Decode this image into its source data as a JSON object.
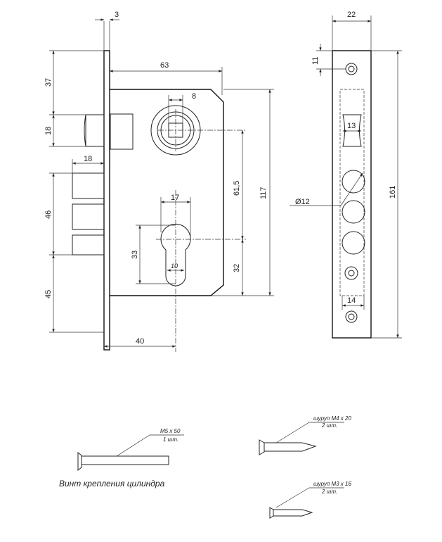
{
  "dimensions": {
    "faceplate_thickness": "3",
    "backset_to_edge": "63",
    "spindle_square": "8",
    "top_to_latch": "37",
    "latch_height": "18",
    "deadbolt_throw": "18",
    "deadbolt_height": "46",
    "bottom_offset": "45",
    "backset": "40",
    "cylinder_width": "17",
    "spindle_to_cylinder": "61,5",
    "body_height": "117",
    "cylinder_height": "33",
    "cylinder_to_bottom": "32",
    "cylinder_slot": "10",
    "faceplate_width": "22",
    "screw_hole_offset": "11",
    "latch_opening": "13",
    "bolt_hole_diameter": "Ø12",
    "faceplate_height": "161",
    "lower_opening": "14"
  },
  "parts": [
    {
      "spec": "M5 x 50",
      "qty": "1 шт.",
      "caption": "Винт крепления цилиндра"
    },
    {
      "spec": "шуруп M4 x 20",
      "qty": "2 шт."
    },
    {
      "spec": "шуруп M3 x 16",
      "qty": "2 шт."
    }
  ]
}
